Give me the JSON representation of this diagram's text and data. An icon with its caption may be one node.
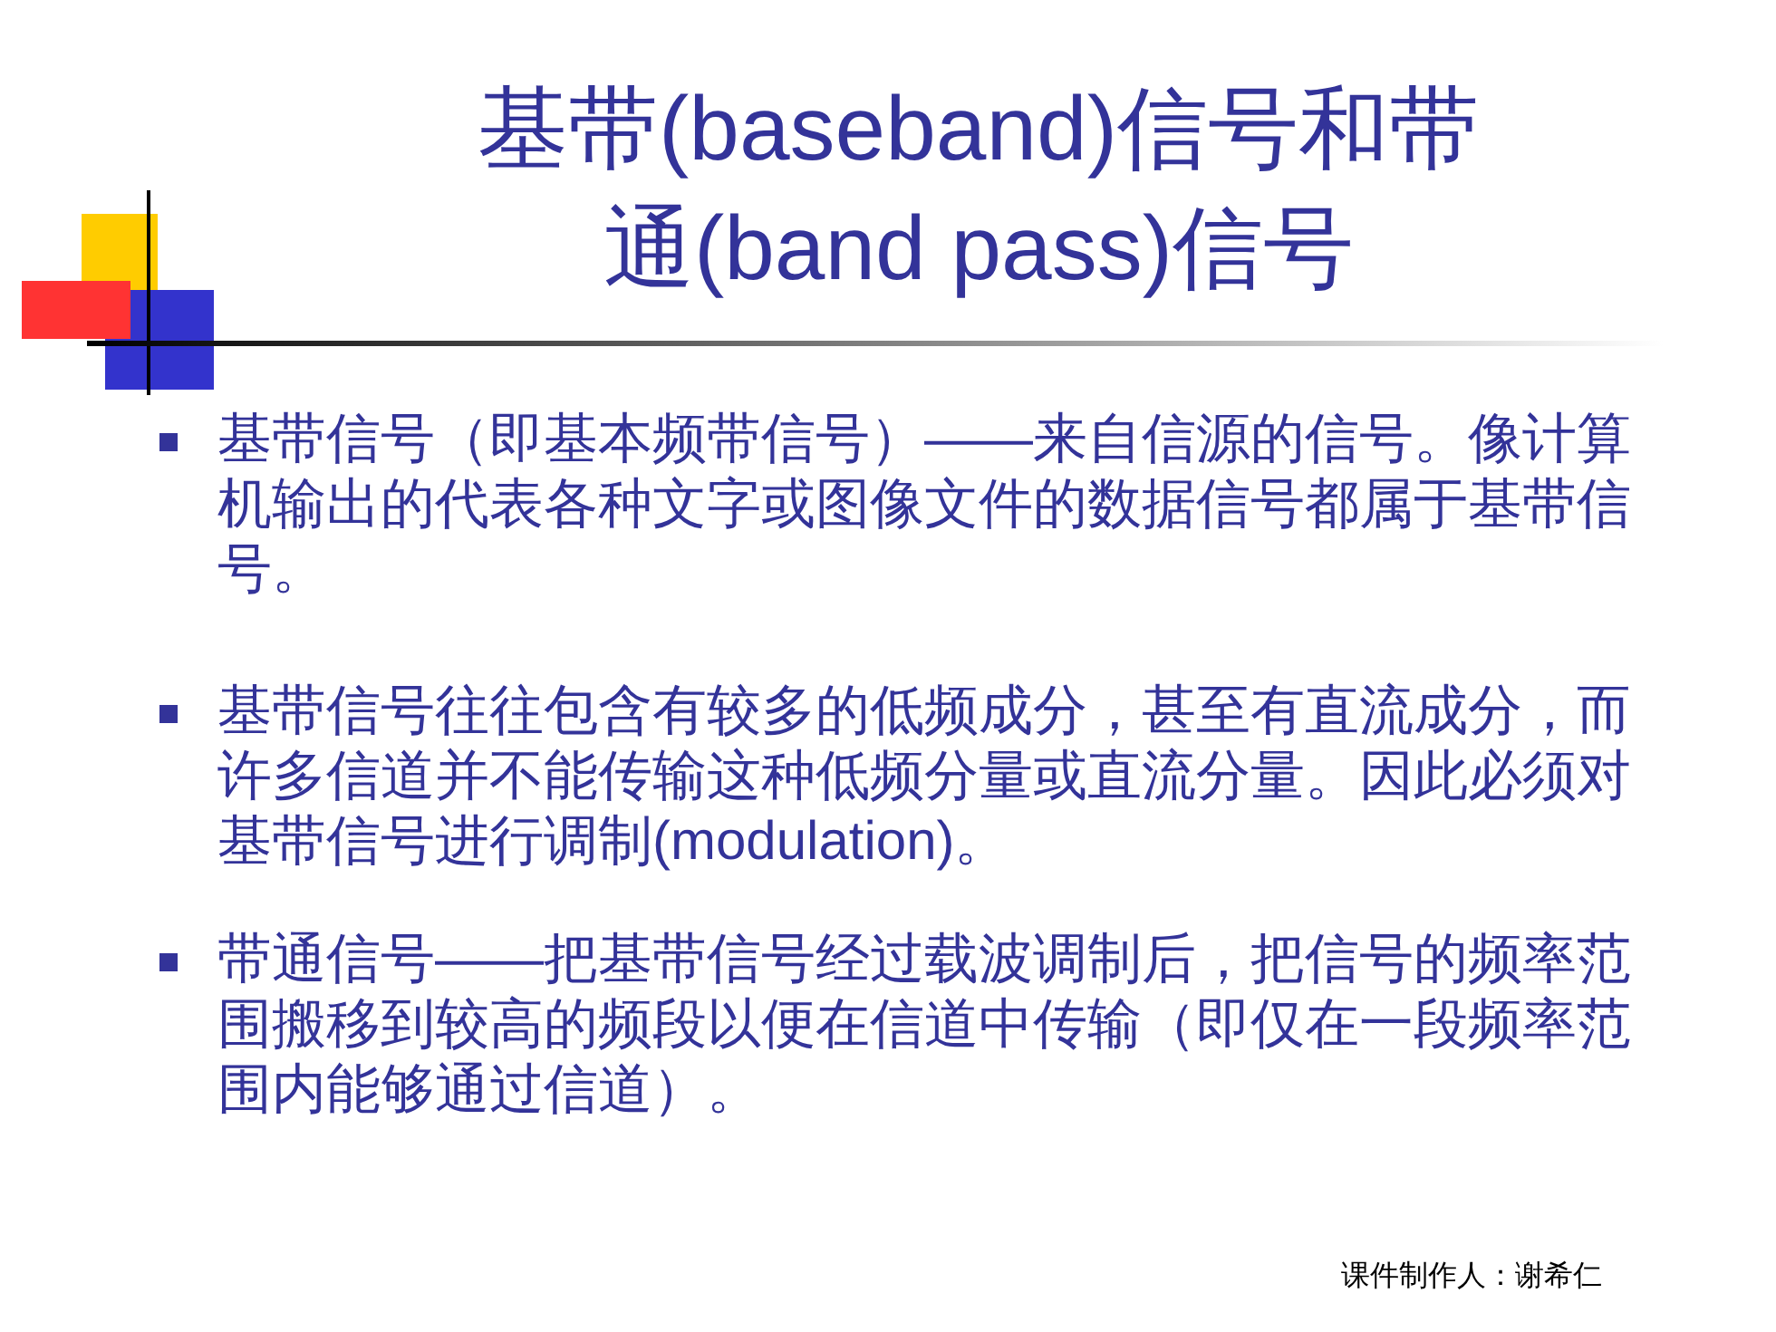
{
  "diagram": {
    "title": "基带(baseband)信号和带通(band pass)信号",
    "labels": [
      "基带信号（即基本频带信号）——来自信源的信号。像计算机输出的代表各种文字或图像文件的数据信号都属于基带信号。",
      "基带信号往往包含有较多的低频成分，甚至有直流成分，而许多信道并不能传输这种低频分量或直流分量。因此必须对基带信号进行调制(modulation)。",
      "带通信号——把基带信号经过载波调制后，把信号的频率范围搬移到较高的频段以便在信道中传输（即仅在一段频率范围内能够通过信道）。",
      "课件制作人：谢希仁"
    ]
  }
}
